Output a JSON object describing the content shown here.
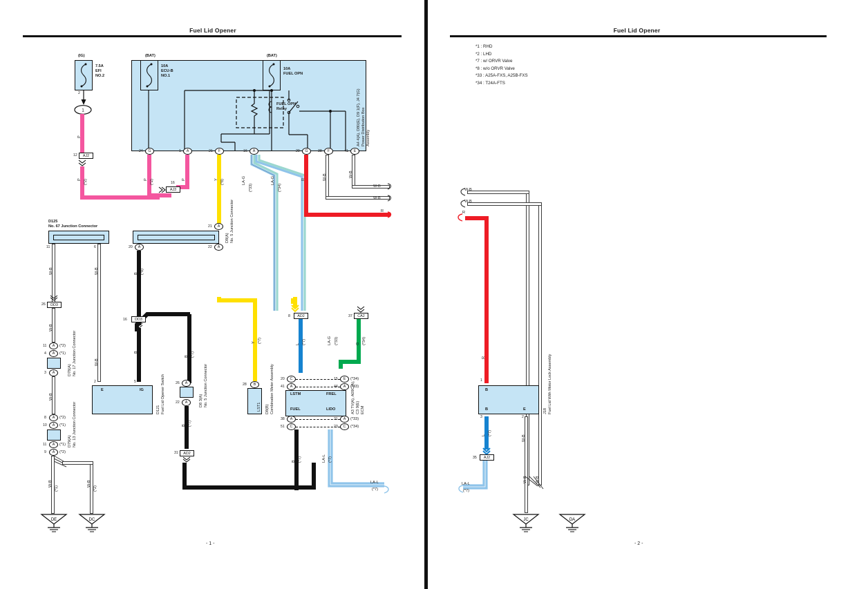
{
  "document": {
    "title": "Fuel Lid Opener",
    "page_left_number": "- 1 -",
    "page_right_number": "- 2 -"
  },
  "legend": {
    "lines": [
      "*1 : RHD",
      "*2 : LHD",
      "*7 : w/ ORVR Valve",
      "*8 : w/o ORVR Valve",
      "*33 : A25A-FXS, A25B-FXS",
      "*34 : T24A-FTS"
    ]
  },
  "fuses": {
    "ig_tag": "(IG)",
    "ig_rating": "7.5A\nEFI\nNO.2",
    "ig_pin": "2",
    "bat1_tag": "(BAT)",
    "bat1_rating": "10A\nECU-B\nNO.1",
    "bat2_tag": "(BAT)",
    "bat2_rating": "10A\nFUEL OPN"
  },
  "pdb": {
    "relay_label": "FUEL OPN\nRelay",
    "assembly_label": "A4 4(A), D80(E), D9 1(F), J4 7(G)\nPower Distribution Box\nAssembly",
    "pins": [
      {
        "num": "24",
        "letter": "G"
      },
      {
        "num": "1",
        "letter": "A"
      },
      {
        "num": "21",
        "letter": "F"
      },
      {
        "num": "16",
        "letter": "A"
      },
      {
        "num": "29",
        "letter": "G"
      },
      {
        "num": "38",
        "letter": "F"
      },
      {
        "num": "41",
        "letter": "E"
      }
    ]
  },
  "connectors": {
    "d125": "D125\nNo. 67 Junction Connector",
    "d78a": "D78(A)\nNo. 17 Junction Connector",
    "d79a": "D79(A)\nNo. 13 Junction Connector",
    "d8a": "D8(A)\nNo. 5 Junction Connector",
    "d83a": "D8 3(A)\nNo. 5 Junction Connector",
    "d121": "D121\nFuel Lid Opener Switch",
    "d8b": "D8(B)\nCombination Meter Assembly",
    "ecm": "A3 TV(A), A09C(A),\nC3 9(E)\nECM",
    "j18": "J18\nFuel Lid With Motor Lock Assembly"
  },
  "ecm_pins": {
    "lstm": "LSTM",
    "frel": "FREL",
    "fuel": "FUEL",
    "lido": "LIDO",
    "left_top": [
      {
        "num": "20",
        "letter": "C"
      },
      {
        "num": "41",
        "letter": "A"
      }
    ],
    "right_top": [
      {
        "num": "15",
        "letter": "E",
        "note": "(*34)"
      },
      {
        "num": "44",
        "letter": "A",
        "note": "(*33)"
      }
    ],
    "left_bottom": [
      {
        "num": "38",
        "letter": "A"
      },
      {
        "num": "51",
        "letter": "C"
      }
    ],
    "right_bottom": [
      {
        "num": "31",
        "letter": "A",
        "note": "(*33)"
      },
      {
        "num": "23",
        "letter": "C",
        "note": "(*34)"
      }
    ]
  },
  "inline_connectors": {
    "aj2_top": {
      "num": "12",
      "label": "AJ2"
    },
    "aj3": {
      "num": "16",
      "label": "AJ3"
    },
    "dd3_top": {
      "num": "26",
      "label": "DD3"
    },
    "dd3_mid": {
      "num": "16",
      "label": "DD3"
    },
    "ad2_yellow": {
      "num": "8",
      "label": "AD2"
    },
    "ca2": {
      "num": "37",
      "label": "CA2"
    },
    "ad2_bottom": {
      "num": "31",
      "label": "AD2"
    },
    "aj2_right": {
      "num": "35",
      "label": "AJ2"
    }
  },
  "wire_labels": {
    "p": "P",
    "wb": "W-B",
    "b": "B",
    "y": "Y",
    "r": "R",
    "l": "L",
    "g": "G",
    "la_g": "LA-G",
    "la_l": "LA-L",
    "note1": "(*1)",
    "note2": "(*2)",
    "note7": "(*7)",
    "note8": "(*8)",
    "note33": "(*33)",
    "note34": "(*34)"
  },
  "junction_pins": {
    "d125_left": "11",
    "d125_right": "6",
    "d78_top": {
      "num": "11",
      "letter": "A",
      "note": "(*2)"
    },
    "d78_mid": {
      "num": "4",
      "letter": "A",
      "note": "(*1)"
    },
    "d78_bot": {
      "num": "3",
      "letter": "A"
    },
    "d79_top": {
      "num": "8",
      "letter": "A",
      "note": "(*2)"
    },
    "d79_mid": {
      "num": "10",
      "letter": "A",
      "note": "(*1)"
    },
    "d79_b1": {
      "num": "11",
      "letter": "A",
      "note": "(*1)"
    },
    "d79_b2": {
      "num": "9",
      "letter": "A",
      "note": "(*2)"
    },
    "d8a_21": {
      "num": "21",
      "letter": "A"
    },
    "d8a_20": {
      "num": "20",
      "letter": "A"
    },
    "d8a_22": {
      "num": "22",
      "letter": "A"
    },
    "d83a_26": {
      "num": "26",
      "letter": "A"
    },
    "d83a_22": {
      "num": "22",
      "letter": "A"
    },
    "d121_e": "E",
    "d121_ig": "IG",
    "d121_pin_e": "2",
    "d121_pin_ig": "5",
    "lst1": "LST1",
    "lst1_pin": {
      "num": "28",
      "letter": "B"
    },
    "j18_b_top": "B",
    "j18_b_bot": "B",
    "j18_e": "E",
    "j18_p1": "1",
    "j18_p3": "3",
    "j18_p2": "2"
  },
  "grounds": {
    "de": "DE",
    "dc": "DC",
    "jc": "JC",
    "da": "DA"
  },
  "colors": {
    "pink": "#f4569f",
    "yellow": "#ffe000",
    "red": "#ee1c25",
    "blue": "#1683d0",
    "green": "#00a94f",
    "light_blue": "#8fc4ea",
    "box_fill": "#c5e4f5"
  }
}
